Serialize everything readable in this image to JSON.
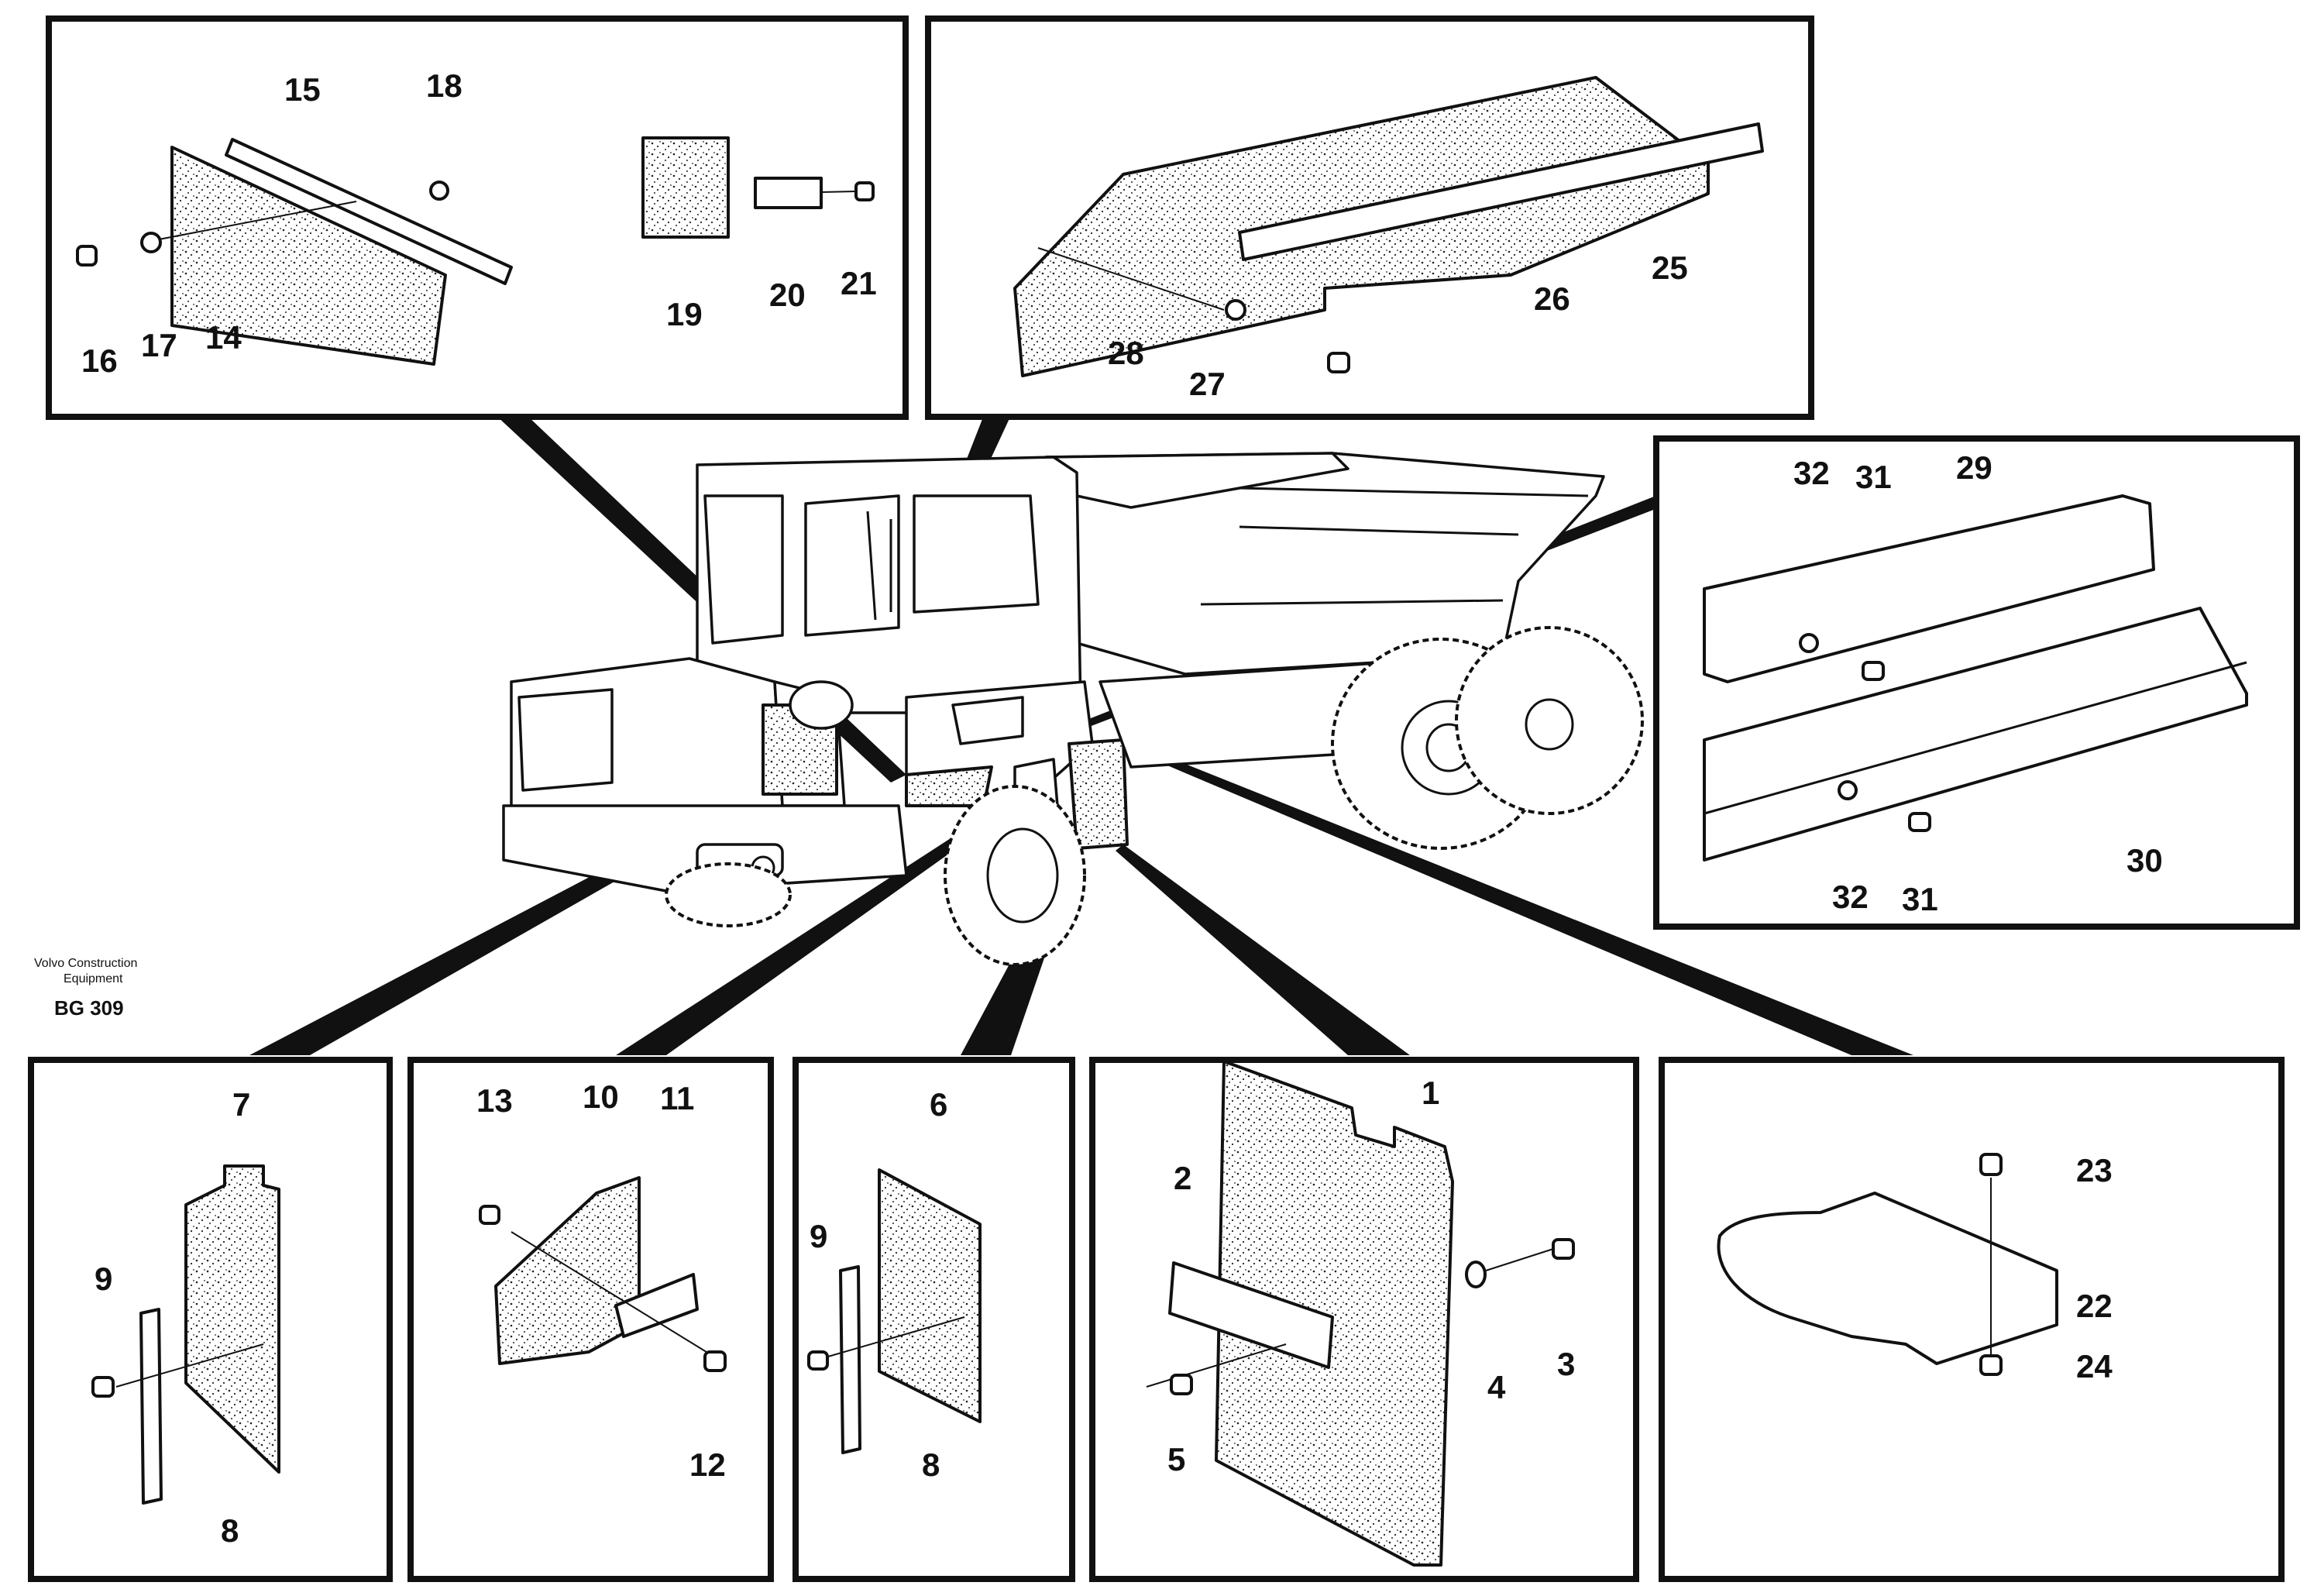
{
  "branding": {
    "company_line1": "Volvo Construction",
    "company_line2": "Equipment",
    "drawing_code": "BG 309"
  },
  "callouts": {
    "c1": "1",
    "c2": "2",
    "c3": "3",
    "c4": "4",
    "c5": "5",
    "c6": "6",
    "c7": "7",
    "c8a": "8",
    "c8b": "8",
    "c9a": "9",
    "c9b": "9",
    "c10": "10",
    "c11": "11",
    "c12": "12",
    "c13": "13",
    "c14": "14",
    "c15": "15",
    "c16": "16",
    "c17": "17",
    "c18": "18",
    "c19": "19",
    "c20": "20",
    "c21": "21",
    "c22": "22",
    "c23": "23",
    "c24": "24",
    "c25": "25",
    "c26": "26",
    "c27": "27",
    "c28": "28",
    "c29": "29",
    "c30": "30",
    "c31a": "31",
    "c31b": "31",
    "c32a": "32",
    "c32b": "32"
  }
}
